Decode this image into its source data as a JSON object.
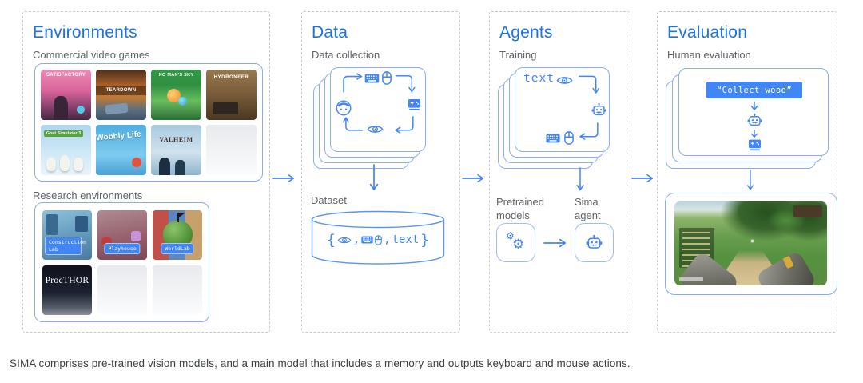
{
  "figure": {
    "caption": "SIMA comprises pre-trained vision models, and a main model that includes a memory and outputs keyboard and mouse actions."
  },
  "colors": {
    "title_blue": "#1a73e8",
    "diagram_blue": "#4285f4",
    "light_blue_border": "#8aaef3",
    "label_gray": "#5f6368",
    "caption_gray": "#3c4043",
    "panel_dash_gray": "#c8cbce",
    "command_box_bg": "#4285f4"
  },
  "icons": {
    "gear": "⚙"
  },
  "panels": {
    "environments": {
      "title": "Environments",
      "commercial_label": "Commercial video games",
      "research_label": "Research environments",
      "commercial_tiles": [
        {
          "name": "satisfactory",
          "label": "SATISFACTORY"
        },
        {
          "name": "teardown",
          "label": "TEARDOWN"
        },
        {
          "name": "no-mans-sky",
          "label": "NO MAN'S SKY"
        },
        {
          "name": "hydroneer",
          "label": "HYDRONEER"
        },
        {
          "name": "goat-simulator-3",
          "label": "Goat Simulator 3"
        },
        {
          "name": "wobbly-life",
          "label": "Wobbly Life"
        },
        {
          "name": "valheim",
          "label": "VALHEIM"
        },
        {
          "name": "empty",
          "label": ""
        }
      ],
      "research_tiles": [
        {
          "name": "construction-lab",
          "label": "Construction Lab"
        },
        {
          "name": "playhouse",
          "label": "Playhouse"
        },
        {
          "name": "worldlab",
          "label": "WorldLab"
        },
        {
          "name": "procthor",
          "label": "ProcTHOR"
        },
        {
          "name": "empty",
          "label": ""
        },
        {
          "name": "empty",
          "label": ""
        }
      ]
    },
    "data": {
      "title": "Data",
      "collection_label": "Data collection",
      "dataset_label": "Dataset",
      "dataset_expression": {
        "open_brace": "{",
        "comma": ",",
        "text_token": "text",
        "close_brace": "}"
      }
    },
    "agents": {
      "title": "Agents",
      "training_label": "Training",
      "card_text_token": "text",
      "pretrained_models_label": "Pretrained models",
      "sima_agent_label": "Sima agent"
    },
    "evaluation": {
      "title": "Evaluation",
      "human_label": "Human evaluation",
      "command": "“Collect wood”"
    }
  }
}
